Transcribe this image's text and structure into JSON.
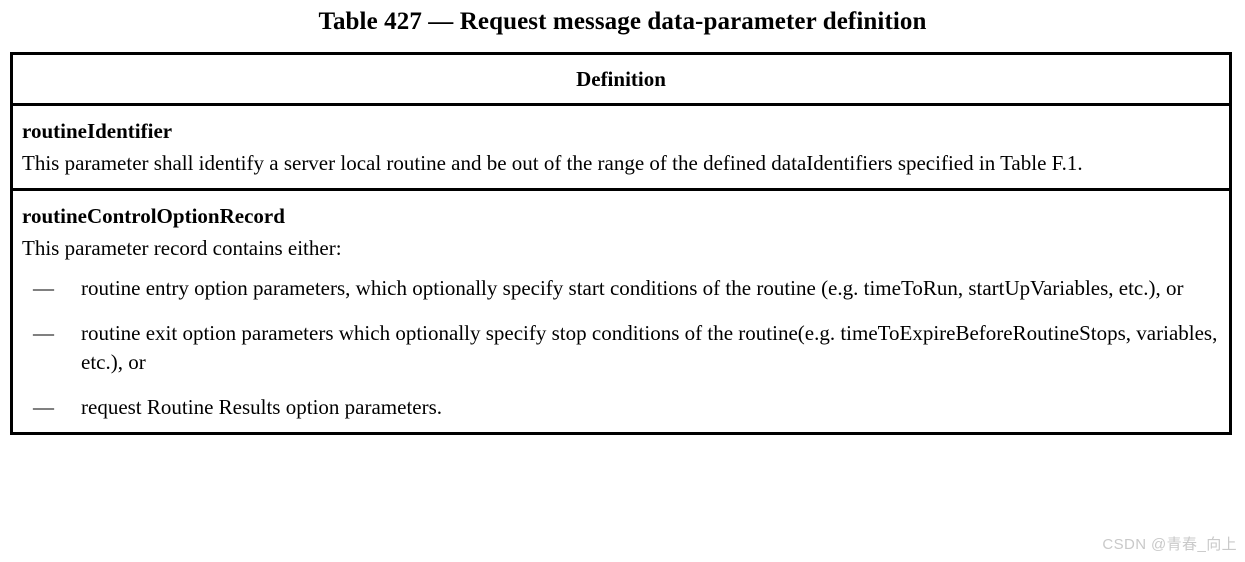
{
  "title": "Table 427 — Request message data-parameter definition",
  "table": {
    "header": "Definition",
    "rows": [
      {
        "name": "routineIdentifier",
        "description": "This parameter shall identify a server local routine and be out of the range of the defined dataIdentifiers specified in Table F.1."
      },
      {
        "name": "routineControlOptionRecord",
        "description": "This parameter record contains either:",
        "bullet_marker": "—",
        "bullets": [
          "routine entry option parameters, which optionally specify start conditions of the routine (e.g. timeToRun, startUpVariables, etc.), or",
          "routine exit option parameters which optionally specify stop conditions of the routine(e.g. timeToExpireBeforeRoutineStops, variables, etc.), or",
          "request Routine Results option parameters."
        ]
      }
    ]
  },
  "watermark": "CSDN @青春_向上"
}
